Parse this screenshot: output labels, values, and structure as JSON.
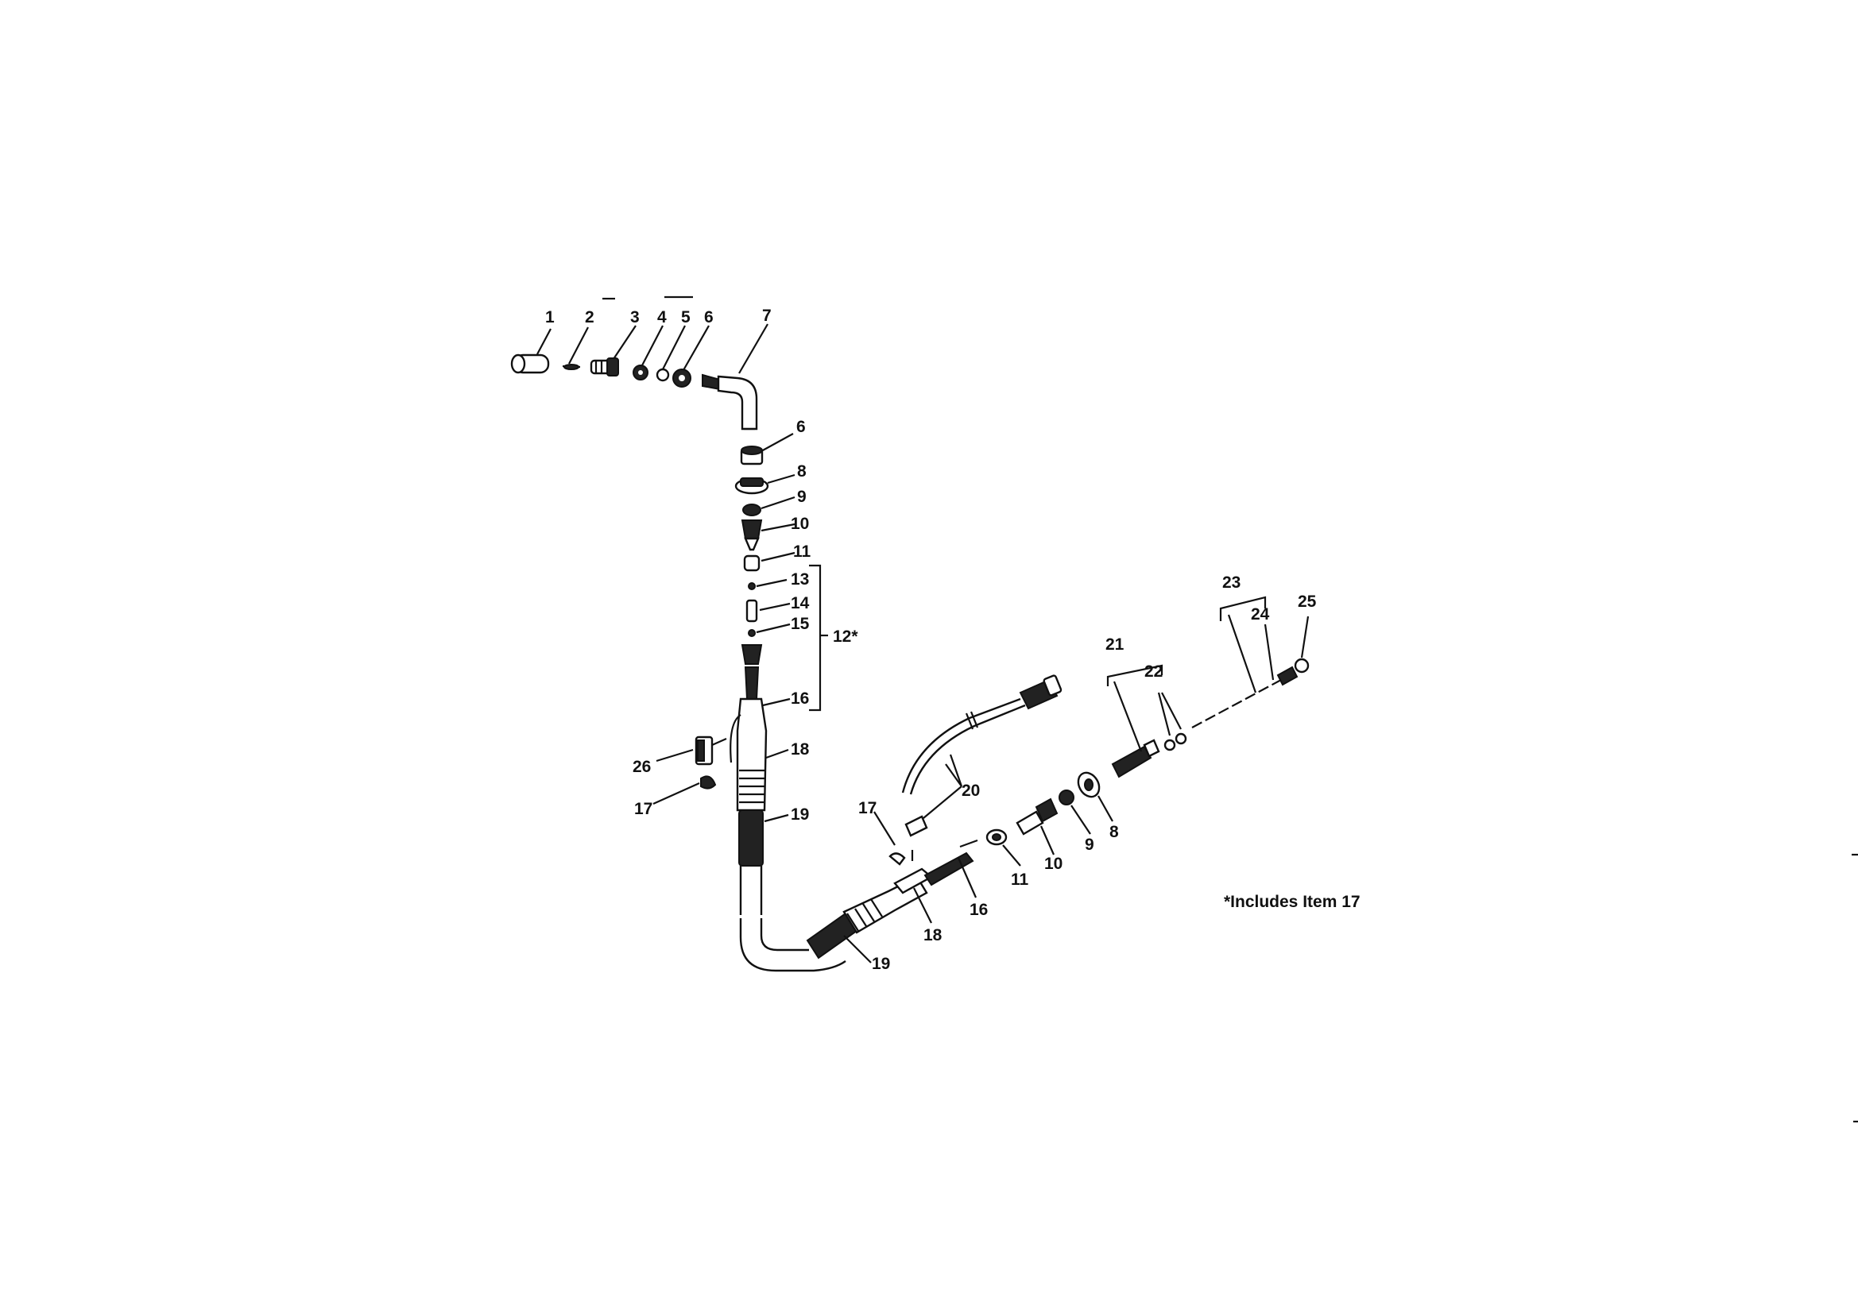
{
  "callouts": {
    "c1": "1",
    "c2": "2",
    "c3": "3",
    "c4": "4",
    "c5": "5",
    "c6": "6",
    "c7": "7",
    "c6b": "6",
    "c8": "8",
    "c9": "9",
    "c10": "10",
    "c11": "11",
    "c13": "13",
    "c14": "14",
    "c15": "15",
    "c12": "12*",
    "c16": "16",
    "c18": "18",
    "c26": "26",
    "c17": "17",
    "c19": "19",
    "c20": "20",
    "c17b": "17",
    "c18b": "18",
    "c16b": "16",
    "c19b": "19",
    "c11b": "11",
    "c10b": "10",
    "c9b": "9",
    "c8b": "8",
    "c21": "21",
    "c22": "22",
    "c23": "23",
    "c24": "24",
    "c25": "25"
  },
  "note": "*Includes Item 17"
}
